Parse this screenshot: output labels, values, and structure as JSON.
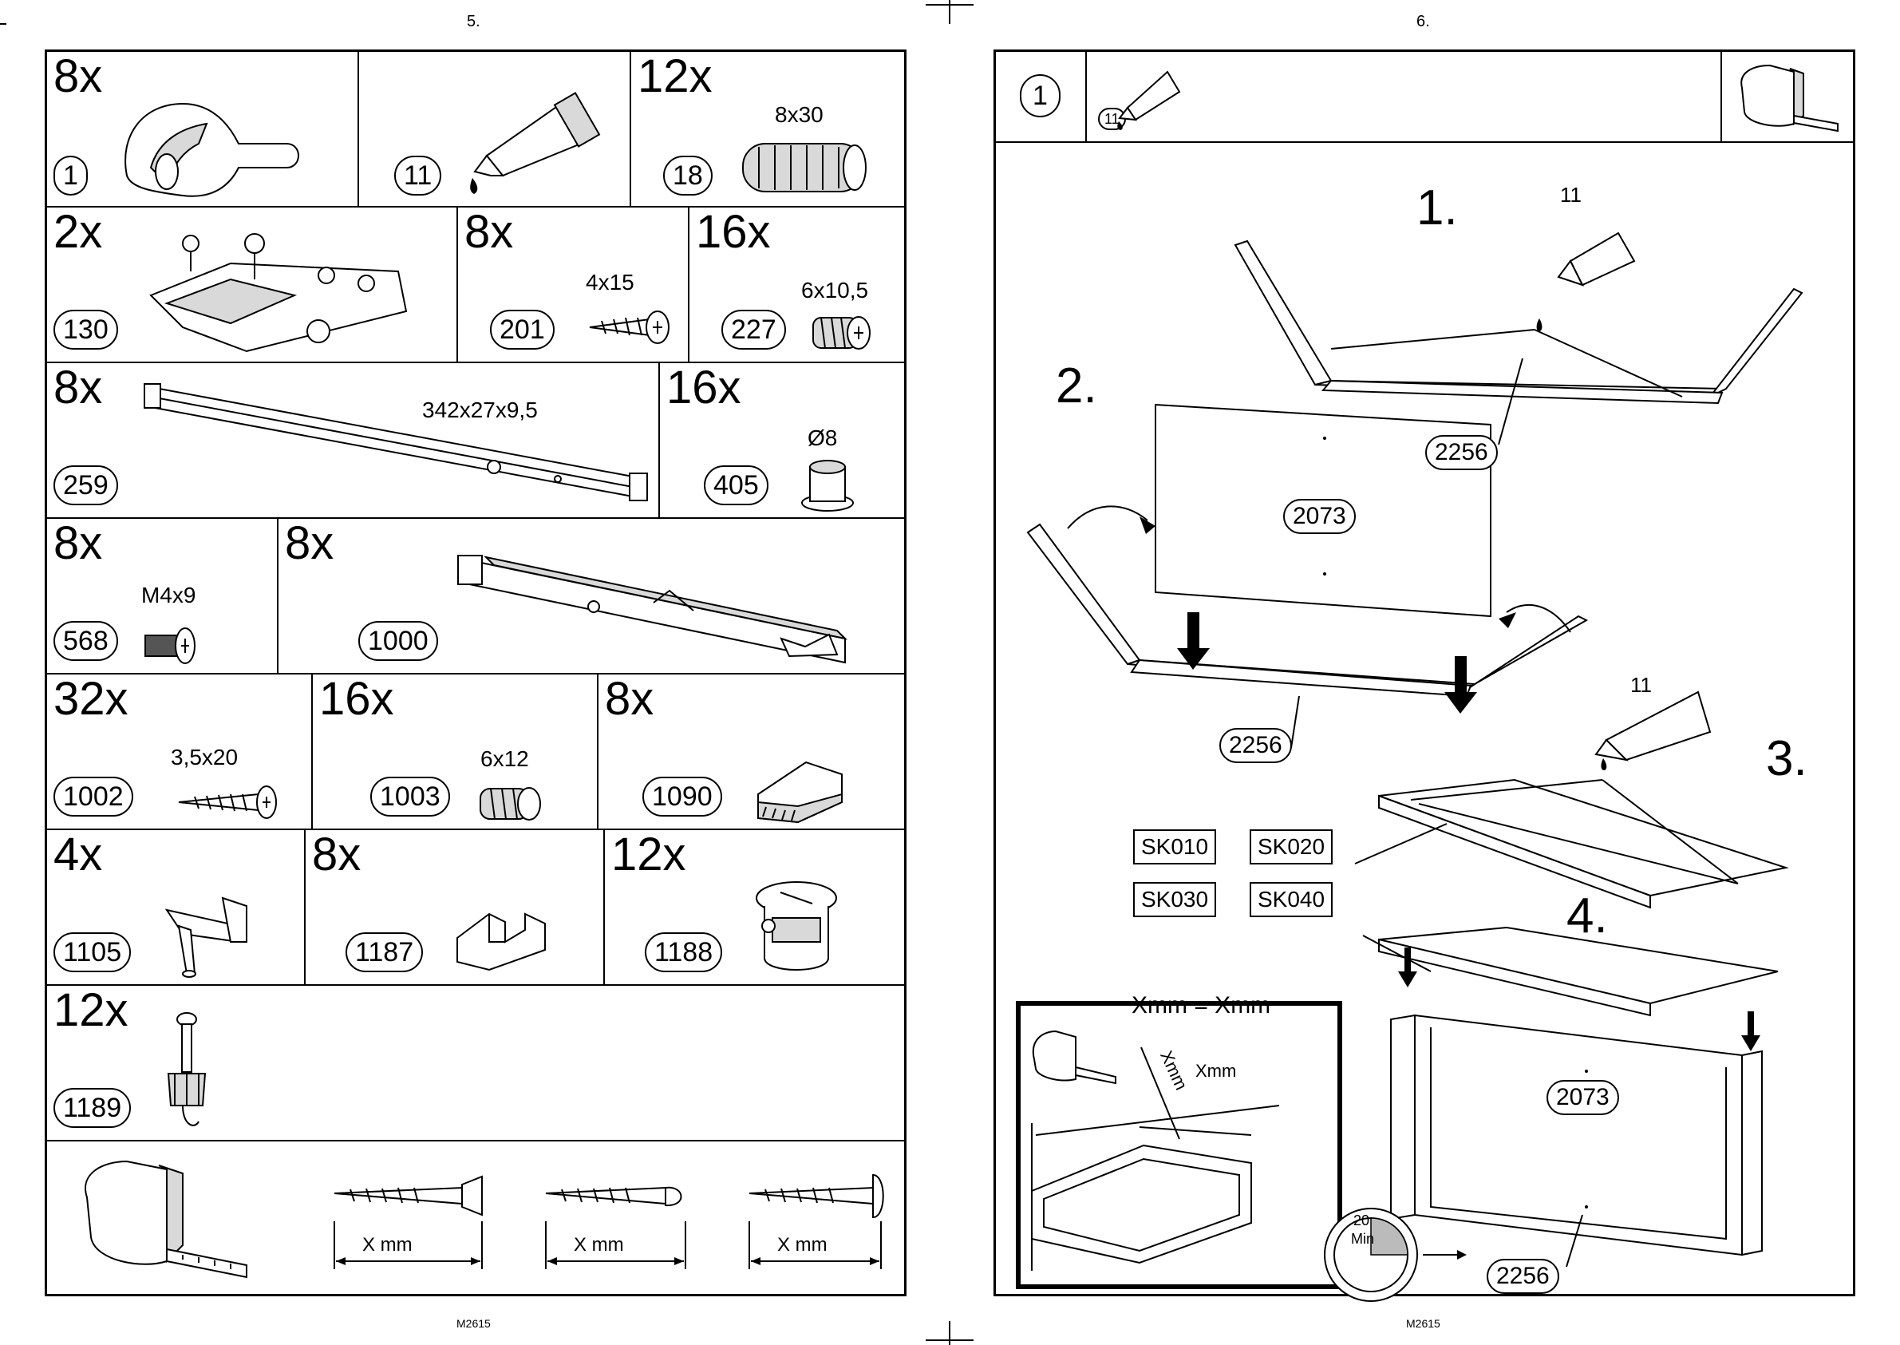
{
  "left_page": {
    "number": "5.",
    "footer": "M2615",
    "parts": [
      {
        "qty": "8x",
        "id": "1"
      },
      {
        "qty": "",
        "id": "11"
      },
      {
        "qty": "12x",
        "id": "18",
        "dim": "8x30"
      },
      {
        "qty": "2x",
        "id": "130"
      },
      {
        "qty": "8x",
        "id": "201",
        "dim": "4x15"
      },
      {
        "qty": "16x",
        "id": "227",
        "dim": "6x10,5"
      },
      {
        "qty": "8x",
        "id": "259",
        "dim": "342x27x9,5"
      },
      {
        "qty": "16x",
        "id": "405",
        "dim": "Ø8"
      },
      {
        "qty": "8x",
        "id": "568",
        "dim": "M4x9"
      },
      {
        "qty": "8x",
        "id": "1000"
      },
      {
        "qty": "32x",
        "id": "1002",
        "dim": "3,5x20"
      },
      {
        "qty": "16x",
        "id": "1003",
        "dim": "6x12"
      },
      {
        "qty": "8x",
        "id": "1090"
      },
      {
        "qty": "4x",
        "id": "1105"
      },
      {
        "qty": "8x",
        "id": "1187"
      },
      {
        "qty": "12x",
        "id": "1188"
      },
      {
        "qty": "12x",
        "id": "1189"
      }
    ],
    "measure_labels": [
      "X mm",
      "X mm",
      "X mm"
    ]
  },
  "right_page": {
    "number": "6.",
    "footer": "M2615",
    "header": {
      "step": "1",
      "glue_id": "11"
    },
    "steps": [
      "1.",
      "2.",
      "3.",
      "4."
    ],
    "glue_labels": [
      "11",
      "11"
    ],
    "panel_labels": {
      "step1_front": "2256",
      "step2_bottom": "2073",
      "step2_front": "2256",
      "step4_bottom": "2073",
      "step4_front": "2256"
    },
    "sk_codes": [
      "SK010",
      "SK020",
      "SK030",
      "SK040"
    ],
    "inset": {
      "equation": "Xmm = Xmm",
      "diag_label": "Xmm",
      "width_label": "Xmm"
    },
    "timer": {
      "value": "20",
      "unit": "Min"
    }
  }
}
